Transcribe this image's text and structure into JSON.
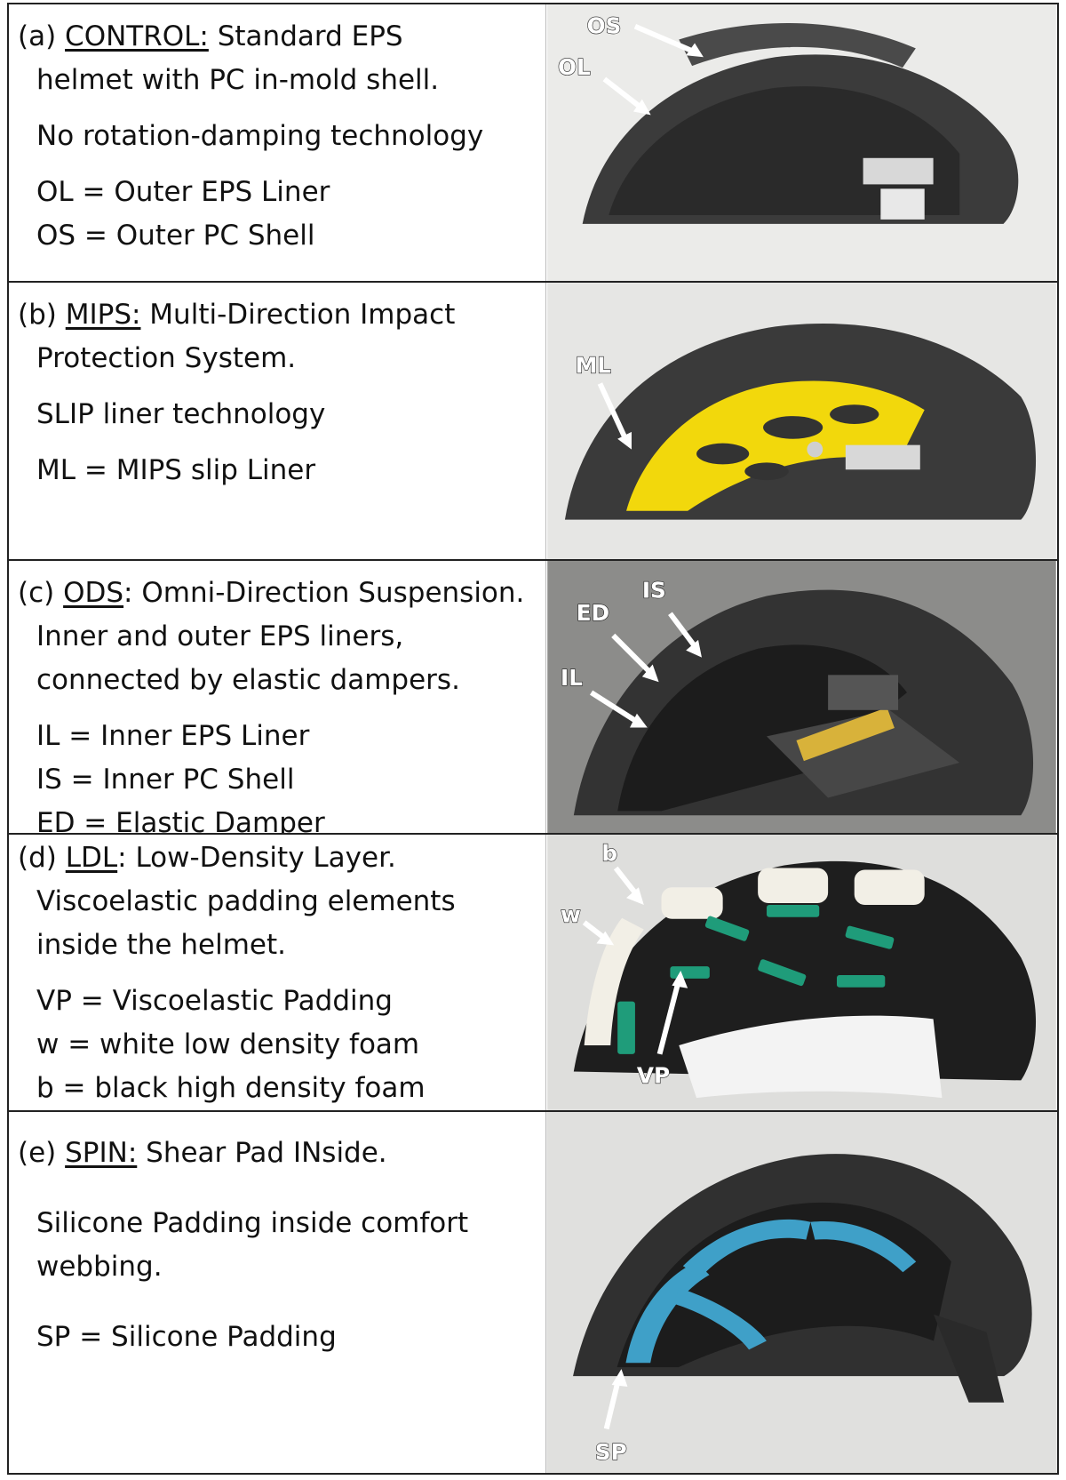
{
  "panels": [
    {
      "id": "a",
      "label": "(a)",
      "keyword": "CONTROL:",
      "headline_rest": " Standard EPS",
      "lines": [
        "helmet with PC in-mold shell."
      ],
      "tech": "No rotation-damping technology",
      "legend": [
        "OL = Outer EPS Liner",
        "OS = Outer PC Shell"
      ],
      "callouts": [
        "OS",
        "OL"
      ],
      "photo_bg": "#e9e9e7"
    },
    {
      "id": "b",
      "label": "(b)",
      "keyword": "MIPS:",
      "headline_rest": " Multi-Direction Impact",
      "lines": [
        "Protection System."
      ],
      "tech": "SLIP liner technology",
      "legend": [
        "ML = MIPS slip Liner"
      ],
      "callouts": [
        "ML"
      ],
      "photo_bg": "#e4e4e2",
      "accent": "#f2d80c"
    },
    {
      "id": "c",
      "label": "(c)",
      "keyword": "ODS",
      "headline_rest": ": Omni-Direction Suspension.",
      "lines": [
        "Inner and outer EPS liners,",
        "connected by elastic dampers."
      ],
      "legend": [
        "IL = Inner EPS Liner",
        "IS = Inner PC Shell",
        "ED = Elastic Damper"
      ],
      "callouts": [
        "IS",
        "ED",
        "IL"
      ],
      "photo_bg": "#8a8a88",
      "accent": "#d8b23a"
    },
    {
      "id": "d",
      "label": "(d)",
      "keyword": "LDL",
      "headline_rest": ": Low-Density Layer.",
      "lines": [
        "Viscoelastic padding elements",
        "inside the helmet."
      ],
      "legend": [
        "VP = Viscoelastic Padding",
        "w = white low density foam",
        "b = black high density foam"
      ],
      "callouts": [
        "b",
        "w",
        "VP"
      ],
      "photo_bg": "#dcdcda",
      "accent": "#1f9c7a"
    },
    {
      "id": "e",
      "label": "(e)",
      "keyword": "SPIN:",
      "headline_rest": " Shear Pad INside.",
      "lines": [],
      "tech_lines": [
        "Silicone Padding inside comfort",
        "webbing."
      ],
      "legend": [
        "SP = Silicone Padding"
      ],
      "callouts": [
        "SP"
      ],
      "photo_bg": "#dededc",
      "accent": "#3fa0c8"
    }
  ]
}
